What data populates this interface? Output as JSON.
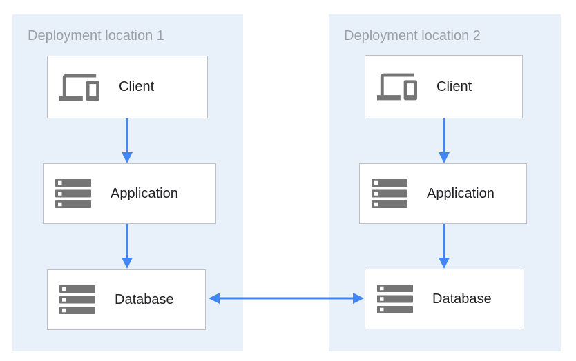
{
  "diagram": {
    "panels": [
      {
        "title": "Deployment location 1",
        "nodes": [
          {
            "label": "Client",
            "icon": "devices-icon"
          },
          {
            "label": "Application",
            "icon": "server-stack-icon"
          },
          {
            "label": "Database",
            "icon": "server-stack-icon"
          }
        ]
      },
      {
        "title": "Deployment location 2",
        "nodes": [
          {
            "label": "Client",
            "icon": "devices-icon"
          },
          {
            "label": "Application",
            "icon": "server-stack-icon"
          },
          {
            "label": "Database",
            "icon": "server-stack-icon"
          }
        ]
      }
    ],
    "connections": [
      {
        "from": "client-1",
        "to": "application-1",
        "type": "arrow"
      },
      {
        "from": "application-1",
        "to": "database-1",
        "type": "arrow"
      },
      {
        "from": "client-2",
        "to": "application-2",
        "type": "arrow"
      },
      {
        "from": "application-2",
        "to": "database-2",
        "type": "arrow"
      },
      {
        "from": "database-1",
        "to": "database-2",
        "type": "double-arrow"
      }
    ],
    "colors": {
      "panel_bg": "#e8f1fa",
      "box_bg": "#ffffff",
      "box_border": "#bdc1c6",
      "arrow": "#4285f4",
      "title_text": "#9aa0a6",
      "label_text": "#202124",
      "icon": "#757575"
    }
  }
}
